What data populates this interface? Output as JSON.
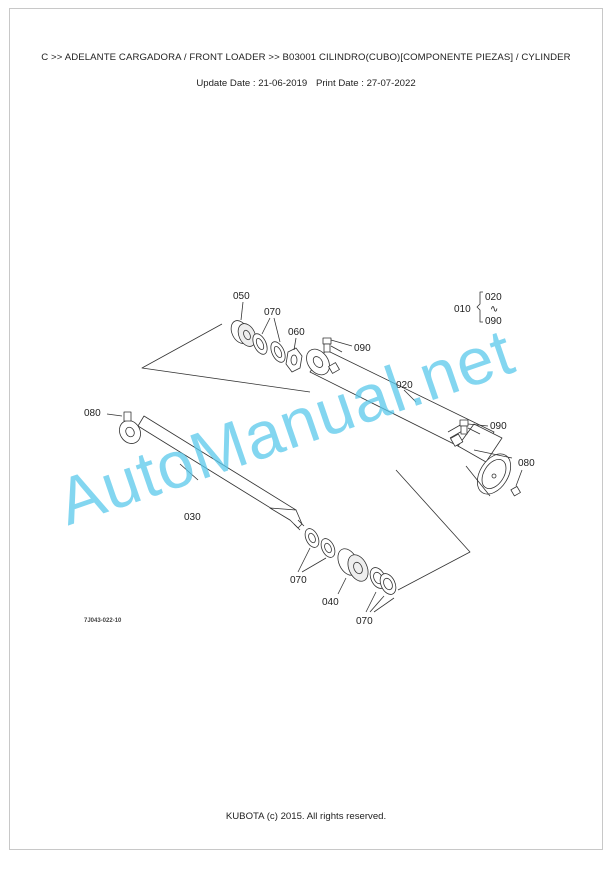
{
  "header": {
    "title": "C >> ADELANTE CARGADORA / FRONT LOADER >> B03001   CILINDRO(CUBO)[COMPONENTE PIEZAS] / CYLINDER",
    "update_date": "Update Date : 21-06-2019",
    "print_date": "Print Date : 27-07-2022"
  },
  "diagram": {
    "callouts": {
      "c050": "050",
      "c070_top": "070",
      "c060": "060",
      "c090_top": "090",
      "c010": "010",
      "c020_range": "020",
      "c_tilde": "∿",
      "c090_range": "090",
      "c020": "020",
      "c080_left": "080",
      "c090_mid": "090",
      "c080_right": "080",
      "c030": "030",
      "c070_mid": "070",
      "c040": "040",
      "c070_bottom": "070"
    },
    "drawing_code": "7J043-022-10"
  },
  "watermark": "AutoManual.net",
  "footer": {
    "copyright": "KUBOTA (c) 2015. All rights reserved."
  }
}
